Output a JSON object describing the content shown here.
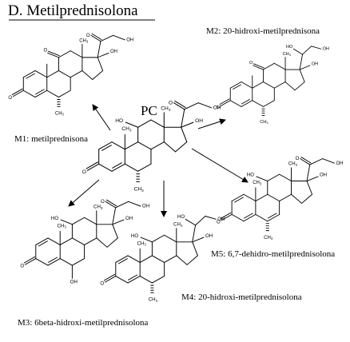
{
  "title": "D. Metilprednisolona",
  "parent_label": "PC",
  "colors": {
    "ink": "#000000",
    "background": "#ffffff"
  },
  "metabolites": [
    {
      "id": "M1",
      "caption": "M1: metilprednisona"
    },
    {
      "id": "M2",
      "caption": "M2: 20-hidroxi-metilprednisona"
    },
    {
      "id": "M3",
      "caption": "M3: 6beta-hidroxi-metilprednisolona"
    },
    {
      "id": "M4",
      "caption": "M4: 20-hidroxi-metilprednisolona"
    },
    {
      "id": "M5",
      "caption": "M5: 6,7-dehidro-metilprednisolona"
    }
  ],
  "atom_labels": {
    "oxygen": "O",
    "hydroxyl": "OH",
    "hydroxyl_left": "HO",
    "methyl": "CH",
    "methyl_subscript": "3"
  }
}
